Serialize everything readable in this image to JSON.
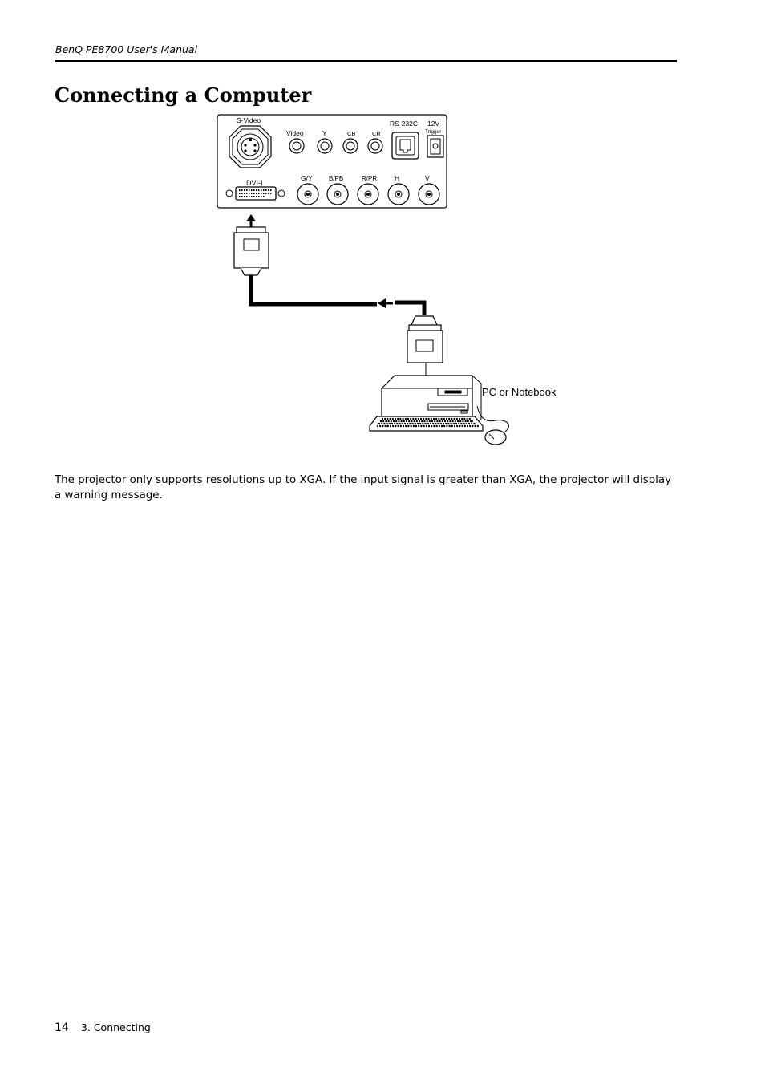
{
  "header": {
    "running_title": "BenQ PE8700 User's Manual"
  },
  "section": {
    "title": "Connecting a Computer"
  },
  "diagram": {
    "panel_labels": {
      "s_video": "S-Video",
      "video": "Video",
      "y": "Y",
      "cb": "CB",
      "cr": "CR",
      "rs232c": "RS-232C",
      "v12": "12V",
      "trigger": "Trigger",
      "dvi": "DVI-I",
      "gy": "G/Y",
      "bpb": "B/PB",
      "rpr": "R/PR",
      "h": "H",
      "v": "V"
    },
    "device_label": "PC or Notebook"
  },
  "body": {
    "paragraph": "The projector only supports resolutions up to XGA. If the input signal is greater than XGA, the projector will display a warning message."
  },
  "footer": {
    "page_number": "14",
    "section_name": "3. Connecting"
  }
}
